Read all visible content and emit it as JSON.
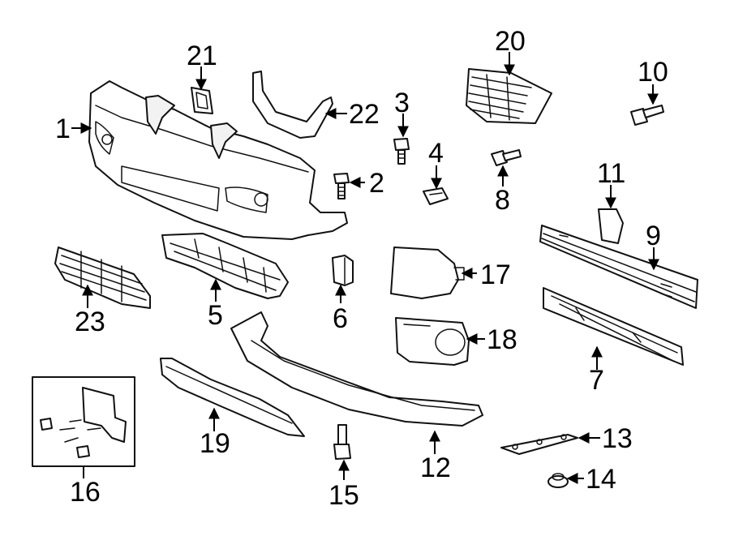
{
  "callouts": [
    "1",
    "2",
    "3",
    "4",
    "5",
    "6",
    "7",
    "8",
    "9",
    "10",
    "11",
    "12",
    "13",
    "14",
    "15",
    "16",
    "17",
    "18",
    "19",
    "20",
    "21",
    "22",
    "23"
  ],
  "colors": {
    "line": "#111111",
    "background": "#ffffff",
    "shade": "#f2f2f2"
  }
}
